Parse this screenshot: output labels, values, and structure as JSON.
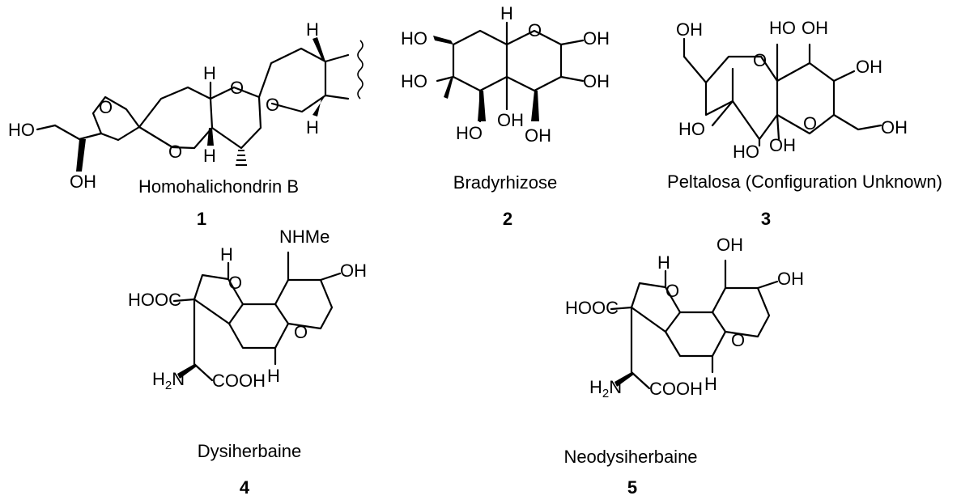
{
  "compounds": [
    {
      "name": "Homohalichondrin B",
      "number": "1"
    },
    {
      "name": "Bradyrhizose",
      "number": "2"
    },
    {
      "name": "Peltalosa (Configuration Unknown)",
      "number": "3"
    },
    {
      "name": "Dysiherbaine",
      "number": "4"
    },
    {
      "name": "Neodysiherbaine",
      "number": "5"
    }
  ],
  "atoms": {
    "O": "O",
    "H": "H",
    "HO": "HO",
    "OH": "OH",
    "HOOC": "HOOC",
    "COOH": "COOH",
    "NHMe": "NHMe",
    "H2N": "H",
    "sub2": "2",
    "N": "N"
  }
}
